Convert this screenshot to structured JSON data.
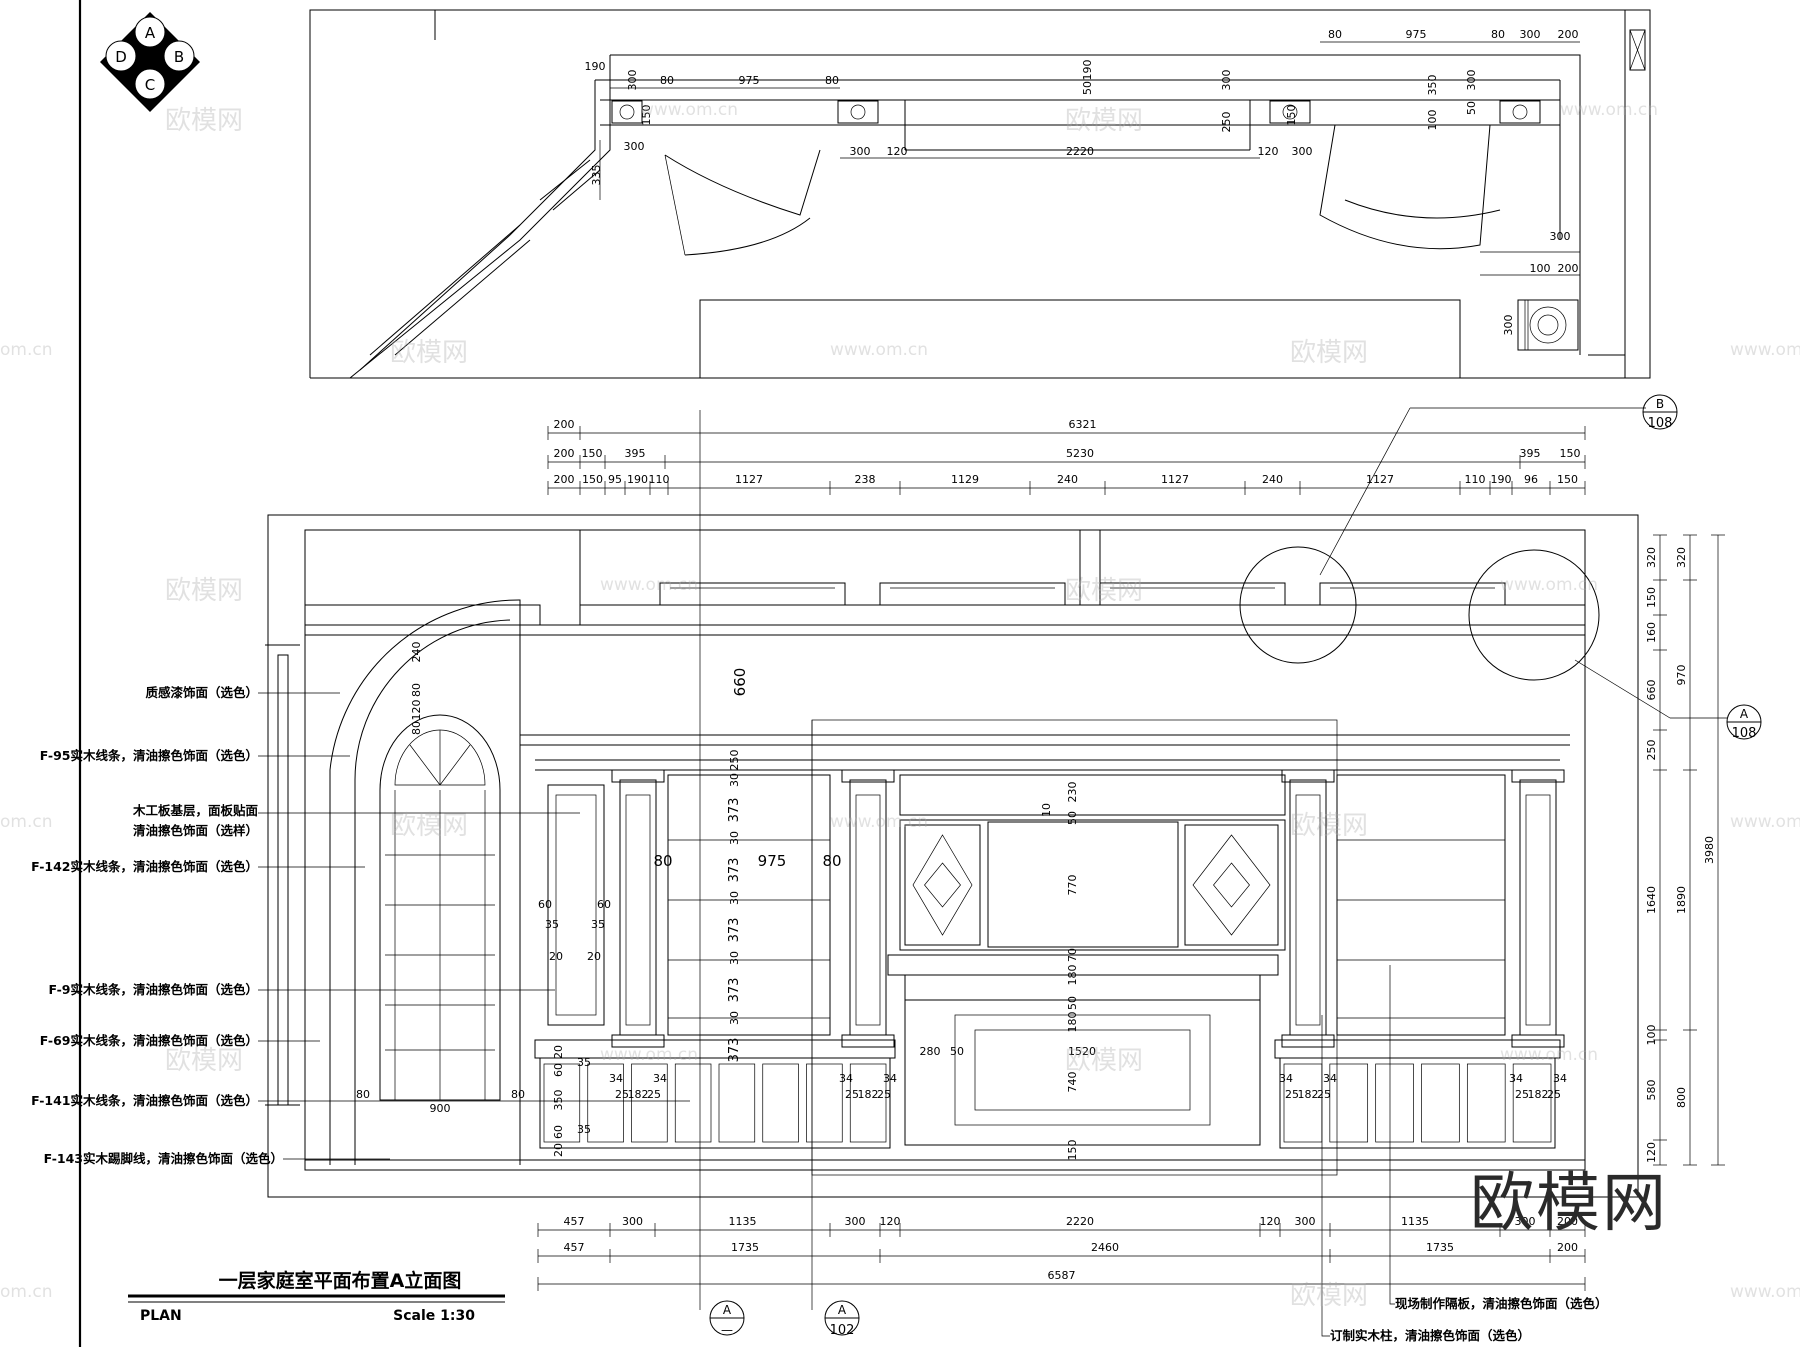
{
  "compass": {
    "top": "A",
    "left": "D",
    "right": "B",
    "bottom": "C"
  },
  "title": {
    "main": "一层家庭室平面布置A立面图",
    "left": "PLAN",
    "right": "Scale 1:30"
  },
  "watermark": {
    "brand": "欧模网",
    "url": "www.om.cn",
    "partial_url": "om.cn"
  },
  "plan_dims": {
    "top_right": [
      "80",
      "975",
      "80",
      "300",
      "200"
    ],
    "left_v": [
      "300",
      "80",
      "975",
      "80"
    ],
    "v190": "190",
    "v335": "335",
    "v150": "150",
    "row2": [
      "300",
      "120",
      "2220",
      "120",
      "300"
    ],
    "mid_v": [
      "50",
      "190",
      "300",
      "250",
      "150"
    ],
    "right_v": [
      "350",
      "300",
      "50",
      "100"
    ],
    "side": [
      "300",
      "100",
      "200",
      "300"
    ],
    "left300": "300"
  },
  "elev_top": {
    "row1": [
      "200",
      "6321"
    ],
    "row2": [
      "200",
      "150",
      "395",
      "5230",
      "395",
      "150"
    ],
    "row3": [
      "200",
      "150",
      "95",
      "190",
      "110",
      "1127",
      "238",
      "1129",
      "240",
      "1127",
      "240",
      "1127",
      "110",
      "190",
      "96",
      "150"
    ]
  },
  "right_dims": {
    "inner": [
      "320",
      "150",
      "160",
      "660",
      "250",
      "1640",
      "100",
      "580",
      "120"
    ],
    "mid": [
      "320",
      "970",
      "1890",
      "800"
    ],
    "outer": "3980"
  },
  "inner_dims": {
    "door_top": [
      "240",
      "80",
      "120",
      "80"
    ],
    "v660": "660",
    "shelf": [
      "250",
      "30",
      "373",
      "30",
      "373",
      "30",
      "373",
      "30",
      "373",
      "30",
      "373"
    ],
    "shelf_w": [
      "80",
      "975",
      "80"
    ],
    "tv": [
      "230",
      "10",
      "50",
      "770",
      "70",
      "180",
      "50",
      "180"
    ],
    "fire": [
      "280",
      "50",
      "1520",
      "740",
      "150"
    ],
    "panel": [
      "60",
      "35",
      "20",
      "60",
      "35",
      "20"
    ],
    "cab": [
      "20",
      "60",
      "350",
      "60",
      "20",
      "35",
      "35"
    ],
    "pilaster": [
      "34",
      "25",
      "182",
      "25",
      "34"
    ],
    "door_w": [
      "80",
      "900",
      "80"
    ]
  },
  "bottom_dims": {
    "row1": [
      "457",
      "300",
      "1135",
      "300",
      "120",
      "2220",
      "120",
      "300",
      "1135",
      "300",
      "200"
    ],
    "row2": [
      "457",
      "1735",
      "2460",
      "1735",
      "200"
    ],
    "row3": "6587"
  },
  "notes": {
    "left": [
      "质感漆饰面（选色）",
      "F-95实木线条，清油擦色饰面（选色）",
      "木工板基层，面板贴面",
      "清油擦色饰面（选样）",
      "F-142实木线条，清油擦色饰面（选色）",
      "F-9实木线条，清油擦色饰面（选色）",
      "F-69实木线条，清油擦色饰面（选色）",
      "F-141实木线条，清油擦色饰面（选色）",
      "F-143实木踢脚线，清油擦色饰面（选色）"
    ],
    "right": [
      "现场制作隔板，清油擦色饰面（选色）",
      "订制实木柱，清油擦色饰面（选色）"
    ]
  },
  "callouts": {
    "b108": {
      "top": "B",
      "bottom": "108"
    },
    "a108": {
      "top": "A",
      "bottom": "108"
    },
    "a_": {
      "top": "A",
      "bottom": "—"
    },
    "a102": {
      "top": "A",
      "bottom": "102"
    }
  }
}
